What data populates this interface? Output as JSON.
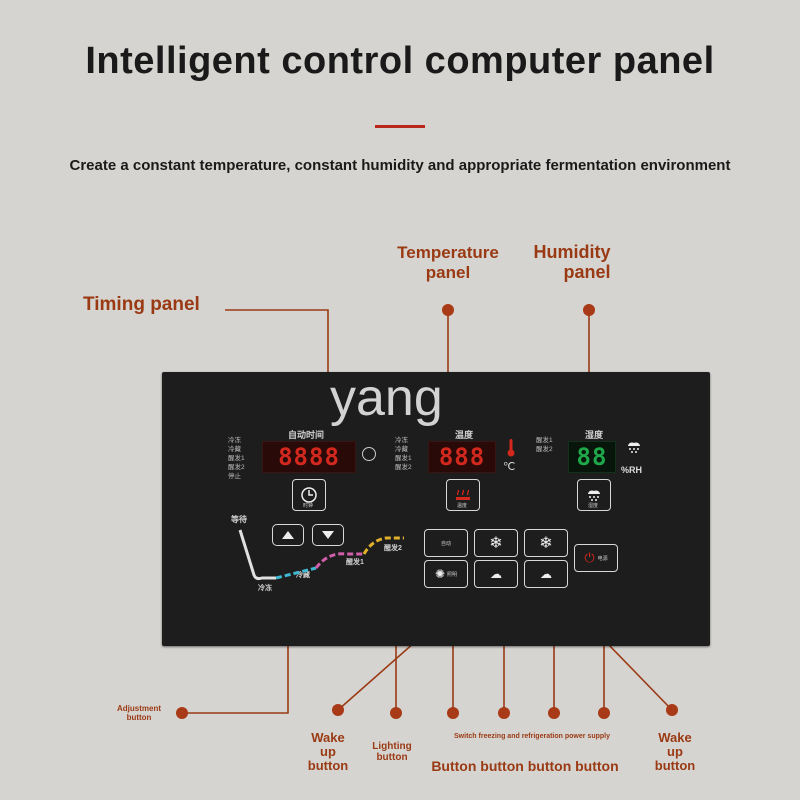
{
  "header": {
    "title": "Intelligent control computer panel",
    "subtitle": "Create a constant temperature, constant humidity and appropriate fermentation environment"
  },
  "callouts": {
    "timing": "Timing panel",
    "temperature_1": "Temperature",
    "temperature_2": "panel",
    "humidity_1": "Humidity",
    "humidity_2": "panel",
    "adjustment_1": "Adjustment",
    "adjustment_2": "button",
    "wake_left_1": "Wake",
    "wake_left_2": "up",
    "wake_left_3": "button",
    "lighting_1": "Lighting",
    "lighting_2": "button",
    "switch_row": "Switch freezing and refrigeration power supply",
    "button_row": "Button button button button",
    "wake_right_1": "Wake",
    "wake_right_2": "up",
    "wake_right_3": "button"
  },
  "panel": {
    "timer_label": "自动时间",
    "temp_label": "温度",
    "humid_label": "湿度",
    "timer_modes": [
      "冷冻",
      "冷藏",
      "醒发1",
      "醒发2",
      "停止"
    ],
    "temp_modes": [
      "冷冻",
      "冷藏",
      "醒发1",
      "醒发2"
    ],
    "humid_modes": [
      "醒发1",
      "醒发2"
    ],
    "timer_display": "8888",
    "temp_display": "888",
    "humid_display": "88",
    "temp_unit": "℃",
    "humid_unit": "%RH",
    "timer_button_label": "时钟",
    "temp_button_label": "温度",
    "humid_button_label": "湿度",
    "curve_wait": "等待",
    "curve_freeze": "冷冻",
    "curve_chill": "冷藏",
    "curve_ferment1": "醒发1",
    "curve_ferment2": "醒发2",
    "btn_auto": "自动",
    "btn_light": "照明",
    "btn_power": "电源"
  },
  "watermark": "yang",
  "colors": {
    "accent": "#9a3a14",
    "display_red": "#d3281d",
    "display_green": "#1fa84a",
    "panel": "#1d1d1d",
    "background": "#d6d4d0"
  }
}
